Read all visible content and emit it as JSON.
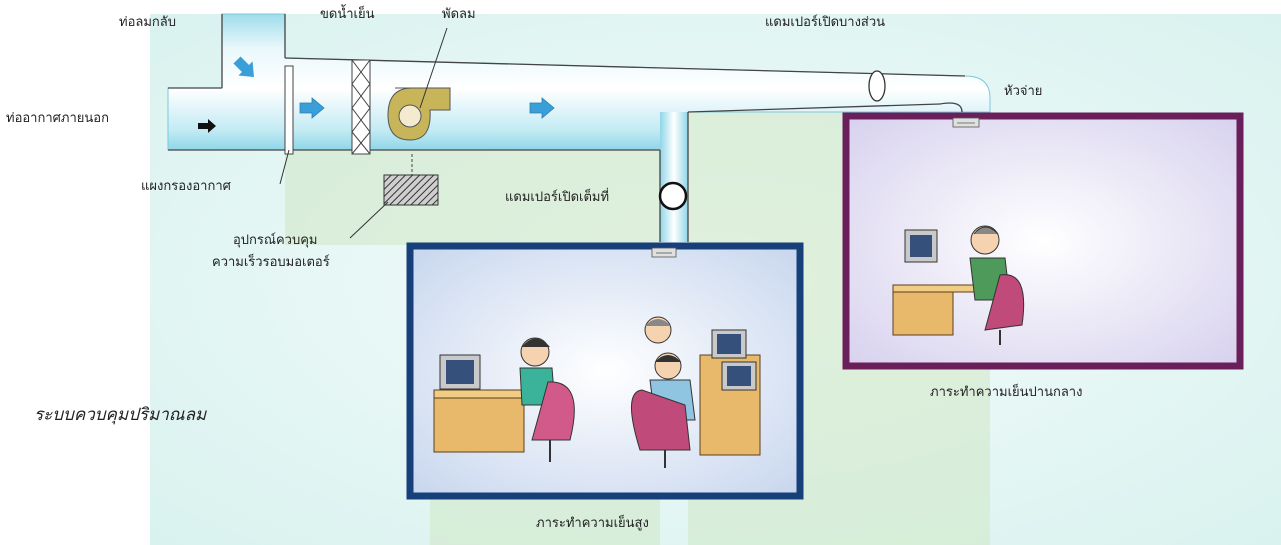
{
  "labels": {
    "return_duct": "ท่อลมกลับ",
    "cooling_coil": "ขดน้ำเย็น",
    "fan": "พัดลม",
    "partial_damper": "แดมเปอร์เปิดบางส่วน",
    "diffuser": "หัวจ่าย",
    "outside_air_duct": "ท่ออากาศภายนอก",
    "air_filter": "แผงกรองอากาศ",
    "full_damper": "แดมเปอร์เปิดเต็มที่",
    "speed_controller_line1": "อุปกรณ์ควบคุม",
    "speed_controller_line2": "ความเร็วรอบมอเตอร์",
    "medium_load": "ภาระทำความเย็นปานกลาง",
    "high_load": "ภาระทำความเย็นสูง",
    "system_title": "ระบบควบคุมปริมาณลม"
  },
  "colors": {
    "background": "#e6f7f5",
    "duct_light": "#ffffff",
    "duct_edge": "#8fd6e8",
    "green_area": "#cfe8c4",
    "high_load_frame": "#17407a",
    "medium_load_frame": "#6b1f5a",
    "arrow": "#3a9fd8",
    "fan_body": "#c8b55a"
  }
}
